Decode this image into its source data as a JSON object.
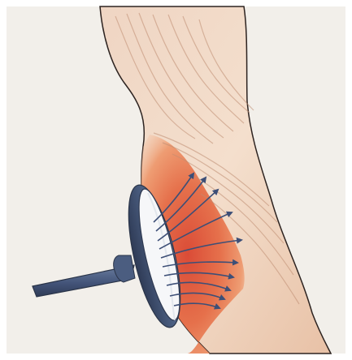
{
  "illustration": {
    "subject": "limb",
    "device": "applicator",
    "arrow_count": 10,
    "colors": {
      "paper": "#f2efea",
      "outer_frame": "#ffffff",
      "skin_light": "#f4dfcd",
      "skin_mid": "#e7b497",
      "muscle_red": "#df5a3c",
      "muscle_orange": "#ec8a62",
      "outline": "#2d2320",
      "applicator_dark": "#38465f",
      "applicator_mid": "#566a89",
      "applicator_face": "#f6f7f9",
      "arrow_blue": "#3d4f77"
    }
  }
}
